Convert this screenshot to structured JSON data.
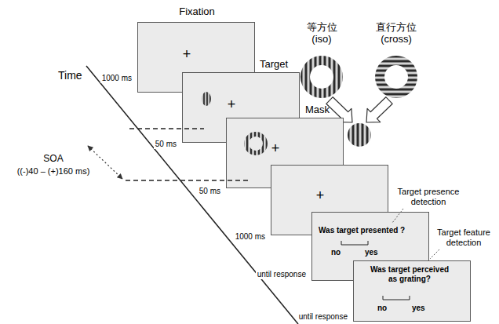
{
  "diagram": {
    "nodes": [
      {
        "text": [
          "Fixation",
          "+"
        ]
      },
      {
        "text": [
          "Target",
          "+"
        ]
      },
      {
        "text": [
          "Mask",
          "+"
        ]
      },
      {
        "text": [
          "+"
        ]
      },
      {
        "text": [
          "Was target presented ?",
          "no",
          "yes"
        ]
      },
      {
        "text": [
          "Was target perceived as grating?",
          "no",
          "yes"
        ]
      }
    ],
    "labels": [
      "1000 ms",
      "50 ms",
      "50 ms",
      "1000 ms",
      "until response",
      "until response",
      "Time",
      "SOA",
      "((-)40 – (+)160 ms)",
      "等方位 (iso)",
      "直行方位 (cross)",
      "Target presence detection",
      "Target feature detection"
    ]
  }
}
